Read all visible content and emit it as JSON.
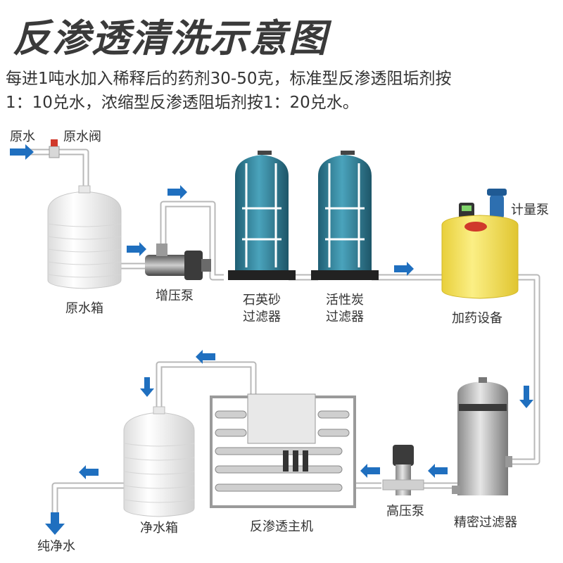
{
  "title": "反渗透清洗示意图",
  "description": [
    "每进1吨水加入稀释后的药剂30-50克，标准型反渗透阻垢剂按",
    "1：10兑水，浓缩型反渗透阻垢剂按1：20兑水。"
  ],
  "labels": {
    "raw_water": "原水",
    "raw_water_valve": "原水阀",
    "raw_water_tank": "原水箱",
    "booster_pump": "增压泵",
    "quartz_filter_line1": "石英砂",
    "quartz_filter_line2": "过滤器",
    "carbon_filter_line1": "活性炭",
    "carbon_filter_line2": "过滤器",
    "metering_pump": "计量泵",
    "dosing_equipment": "加药设备",
    "precision_filter": "精密过滤器",
    "high_pressure_pump": "高压泵",
    "ro_main_unit": "反渗透主机",
    "clean_water_tank": "净水箱",
    "pure_water": "纯净水"
  },
  "colors": {
    "pipe_fill": "#ffffff",
    "pipe_stroke": "#b8b8b8",
    "arrow": "#1f6fbf",
    "filter_body": "#3a8fa8",
    "tank": "#f4f4f4",
    "dosing_tank": "#f3e15a",
    "title": "#3a3a3a"
  }
}
